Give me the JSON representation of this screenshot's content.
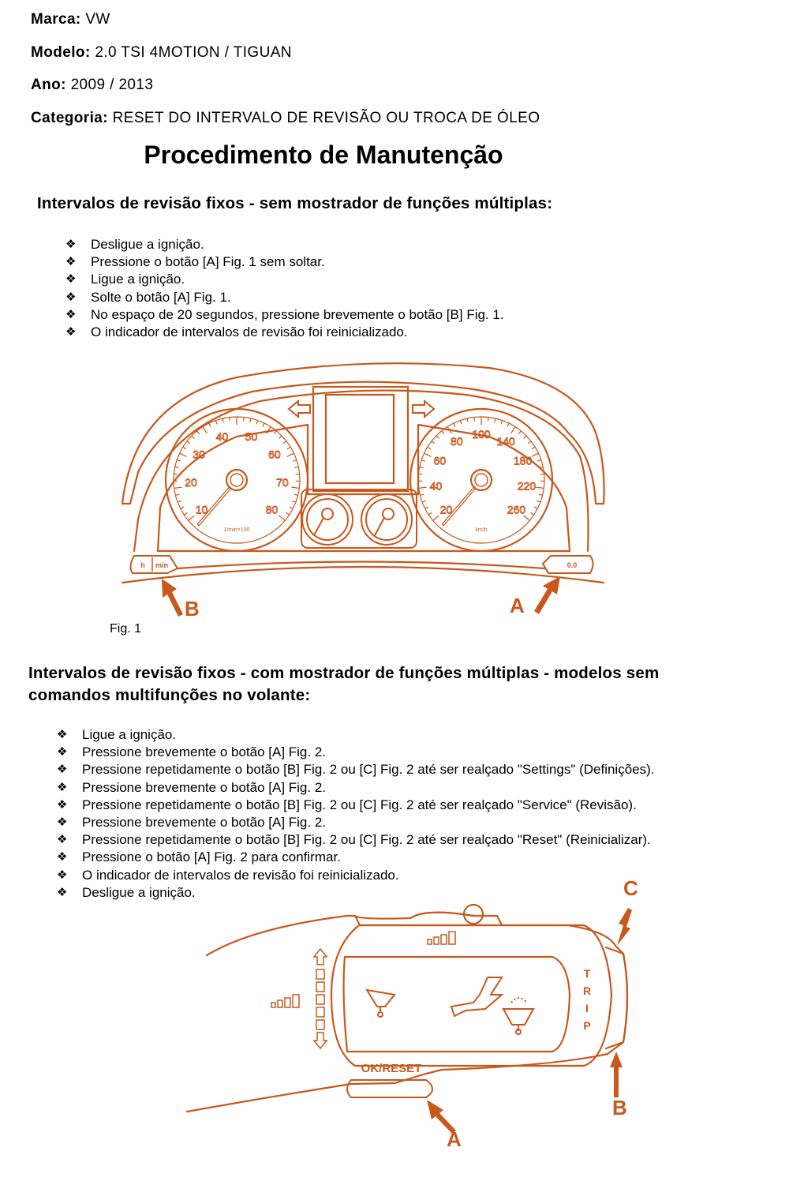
{
  "header": {
    "brand_label": "Marca:",
    "brand_value": "VW",
    "model_label": "Modelo:",
    "model_value": "2.0 TSI 4MOTION / TIGUAN",
    "year_label": "Ano:",
    "year_value": "2009 / 2013",
    "category_label": "Categoria:",
    "category_value": "RESET DO INTERVALO DE REVISÃO OU TROCA DE ÓLEO"
  },
  "title": "Procedimento de Manutenção",
  "section1": {
    "heading": "Intervalos de revisão fixos - sem mostrador de funções múltiplas:",
    "steps": [
      "Desligue a ignição.",
      "Pressione o botão [A] Fig. 1 sem soltar.",
      "Ligue a ignição.",
      "Solte o botão [A] Fig. 1.",
      "No espaço de 20 segundos, pressione brevemente o botão [B] Fig. 1.",
      "O indicador de intervalos de revisão foi reinicializado."
    ],
    "figure": {
      "caption": "Fig. 1",
      "label_a": "A",
      "label_b": "B",
      "btn_h": "h",
      "btn_min": "min",
      "btn_trip": "0.0",
      "rpm_ticks": [
        "10",
        "20",
        "30",
        "40",
        "50",
        "60",
        "70",
        "80"
      ],
      "rpm_unit": "1/min×100",
      "speed_ticks": [
        "20",
        "40",
        "60",
        "80",
        "100",
        "140",
        "180",
        "220",
        "260"
      ],
      "speed_unit": "km/h"
    }
  },
  "section2": {
    "heading_line1": "Intervalos de revisão fixos - com mostrador de funções múltiplas - modelos sem",
    "heading_line2": "comandos multifunções no volante:",
    "steps": [
      "Ligue a ignição.",
      "Pressione brevemente o botão [A] Fig. 2.",
      "Pressione repetidamente o botão [B] Fig. 2 ou [C] Fig. 2 até ser realçado \"Settings\" (Definições).",
      "Pressione brevemente o botão [A] Fig. 2.",
      "Pressione repetidamente o botão [B] Fig. 2 ou [C] Fig. 2 até ser realçado \"Service\" (Revisão).",
      "Pressione brevemente o botão [A] Fig. 2.",
      "Pressione repetidamente o botão [B] Fig. 2 ou [C] Fig. 2 até ser realçado \"Reset\" (Reinicializar).",
      "Pressione o botão [A] Fig. 2 para confirmar.",
      "O indicador de intervalos de revisão foi reinicializado.",
      "Desligue a ignição."
    ],
    "figure": {
      "label_a": "A",
      "label_b": "B",
      "label_c": "C",
      "ok_reset": "OK/RESET",
      "trip_letters": [
        "T",
        "R",
        "I",
        "P"
      ]
    }
  },
  "bullet_glyph": "❖",
  "colors": {
    "accent": "#c8581c",
    "text": "#000000"
  }
}
